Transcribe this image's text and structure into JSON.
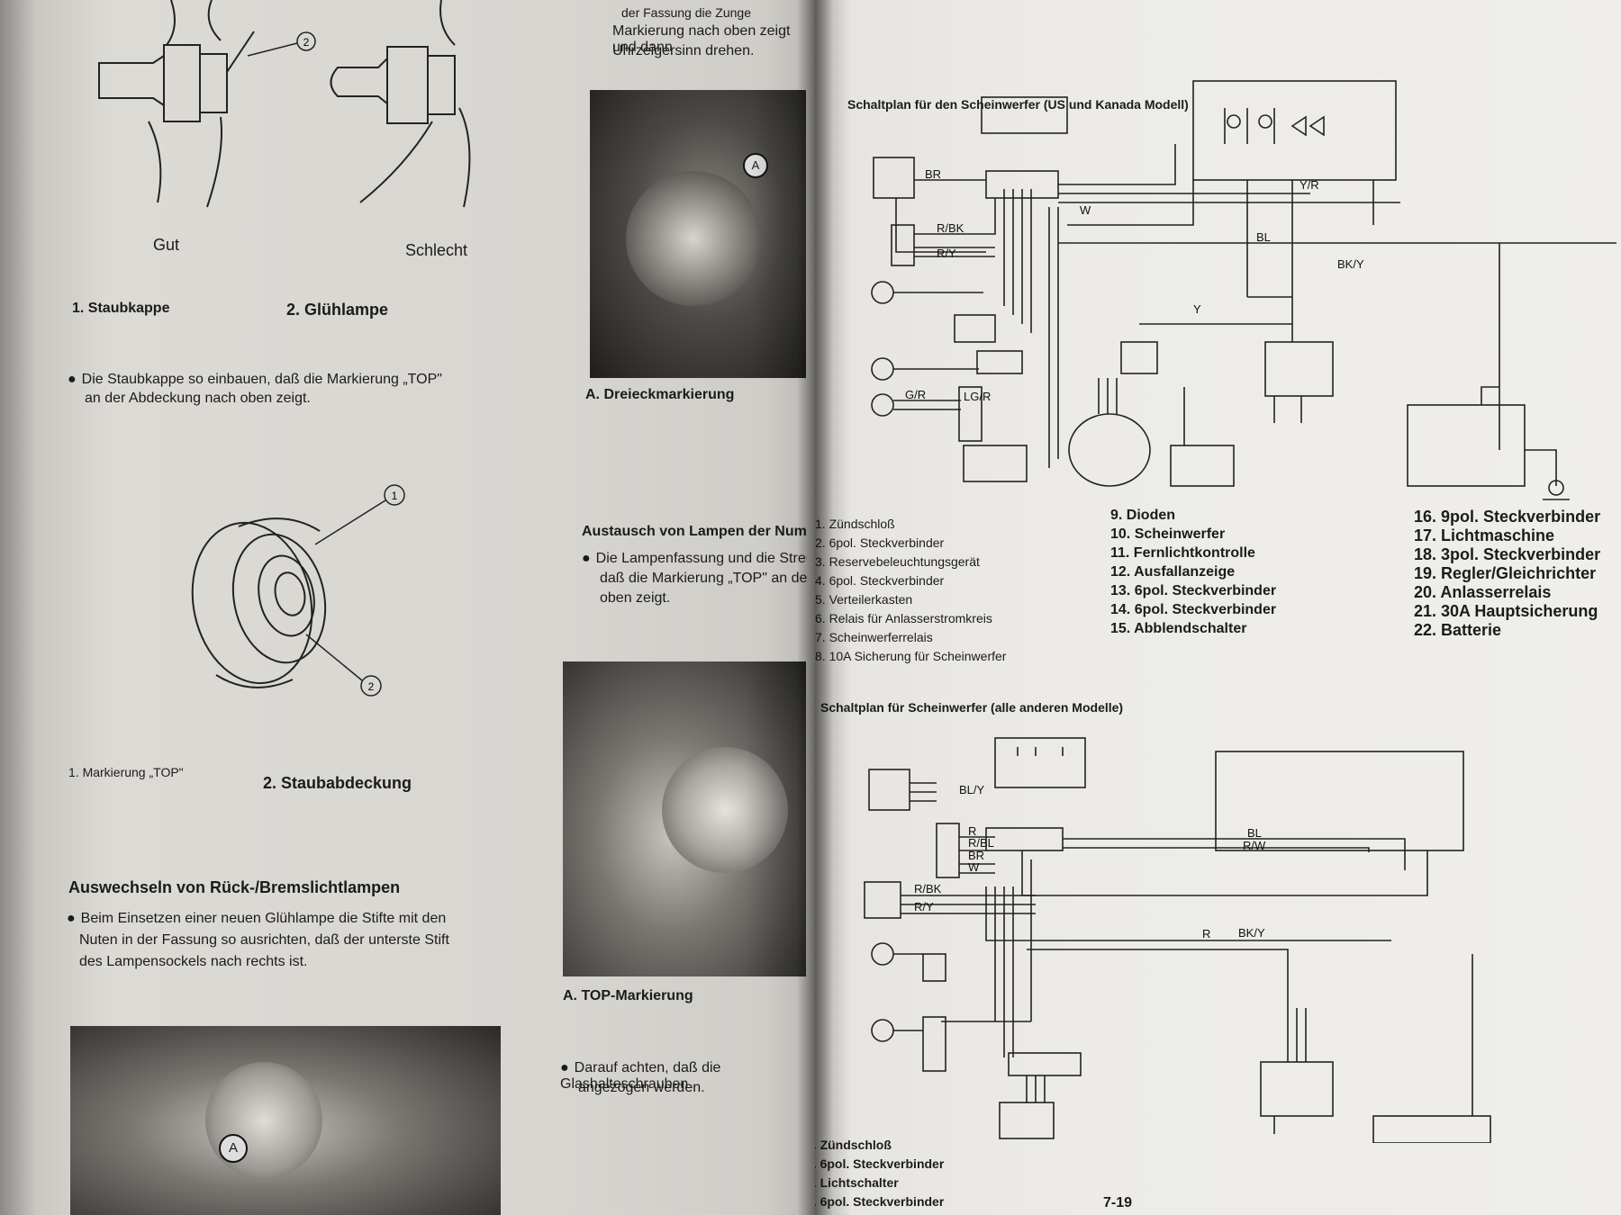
{
  "left": {
    "top_labels": {
      "good": "Gut",
      "bad": "Schlecht"
    },
    "callout1": "1",
    "callout2": "2",
    "legend1": {
      "item1": "1. Staubkappe",
      "item2": "2. Glühlampe"
    },
    "bullet1": {
      "line1": "Die Staubkappe so einbauen, daß die Markierung „TOP\"",
      "line2": "an der Abdeckung nach oben zeigt."
    },
    "legend2": {
      "item1": "1. Markierung „TOP\"",
      "item2": "2. Staubabdeckung"
    },
    "section_title": "Auswechseln von Rück-/Bremslichtlampen",
    "bullet2": {
      "line1": "Beim Einsetzen einer neuen Glühlampe die Stifte mit den",
      "line2": "Nuten in der Fassung so ausrichten, daß der unterste Stift",
      "line3": "des Lampensockels nach rechts ist."
    },
    "photo_label": "A"
  },
  "middle": {
    "top_text": {
      "line1": "der Fassung die Zunge",
      "line2": "Markierung nach oben zeigt und dann",
      "line3": "Uhrzeigersinn drehen."
    },
    "photo1_caption": "A. Dreieckmarkierung",
    "photo1_label": "A",
    "section_title": "Austausch von Lampen der Nummernschildbeleuchtung",
    "bullet": {
      "line1": "Die Lampenfassung und die Streuscheibe so einbauen,",
      "line2": "daß die Markierung „TOP\" an der Streuscheibe nach",
      "line3": "oben zeigt."
    },
    "photo2_caption": "A. TOP-Markierung",
    "bullet2": {
      "line1": "Darauf achten, daß die Glashalteschrauben",
      "line2": "angezogen werden."
    }
  },
  "right": {
    "diagram1_title": "Schaltplan für den Scheinwerfer (US und Kanada Modell)",
    "legend_col1": [
      "1. Zündschloß",
      "2. 6pol. Steckverbinder",
      "3. Reservebeleuchtungsgerät",
      "4. 6pol. Steckverbinder",
      "5. Verteilerkasten",
      "6. Relais für Anlasserstromkreis",
      "7. Scheinwerferrelais",
      "8. 10A Sicherung für Scheinwerfer"
    ],
    "legend_col2": [
      "9. Dioden",
      "10. Scheinwerfer",
      "11. Fernlichtkontrolle",
      "12. Ausfallanzeige",
      "13. 6pol. Steckverbinder",
      "14. 6pol. Steckverbinder",
      "15. Abblendschalter"
    ],
    "legend_col3": [
      "16. 9pol. Steckverbinder",
      "17. Lichtmaschine",
      "18. 3pol. Steckverbinder",
      "19. Regler/Gleichrichter",
      "20. Anlasserrelais",
      "21. 30A Hauptsicherung",
      "22. Batterie"
    ],
    "diagram2_title": "Schaltplan für Scheinwerfer (alle anderen Modelle)",
    "legend2_col1": [
      "1. Zündschloß",
      "2. 6pol. Steckverbinder",
      "3. Lichtschalter",
      "4. 6pol. Steckverbinder"
    ],
    "page_number": "7-19",
    "wire_labels_d1": {
      "br": "BR",
      "w": "W",
      "bl": "BL",
      "bky": "BK/Y",
      "rbk": "R/BK",
      "ry": "R/Y",
      "lgr": "LG/R",
      "gr": "G/R",
      "y": "Y",
      "yr": "Y/R"
    },
    "wire_labels_d2": {
      "r": "R",
      "rbl": "R/BL",
      "br": "BR",
      "w": "W",
      "bl": "BL",
      "rw": "R/W",
      "bky": "BK/Y",
      "rbk": "R/BK",
      "ry": "R/Y",
      "bly": "BL/Y"
    }
  }
}
